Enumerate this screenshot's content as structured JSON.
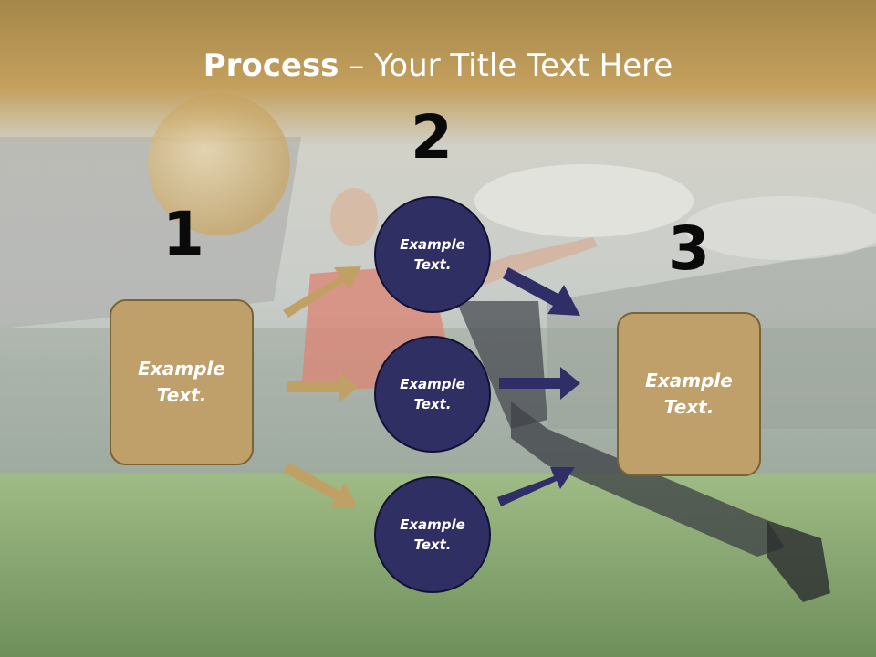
{
  "slide": {
    "title_bold": "Process",
    "title_rest": " – Your Title Text Here",
    "step_numbers": [
      "1",
      "2",
      "3"
    ],
    "left_box_text": "Example\nText.",
    "right_box_text": "Example\nText.",
    "circles": [
      {
        "text": "Example\nText."
      },
      {
        "text": "Example\nText."
      },
      {
        "text": "Example\nText."
      }
    ]
  },
  "colors": {
    "gold": "#bfa06a",
    "navy": "#302f63",
    "title_band": "#c4a05d"
  }
}
